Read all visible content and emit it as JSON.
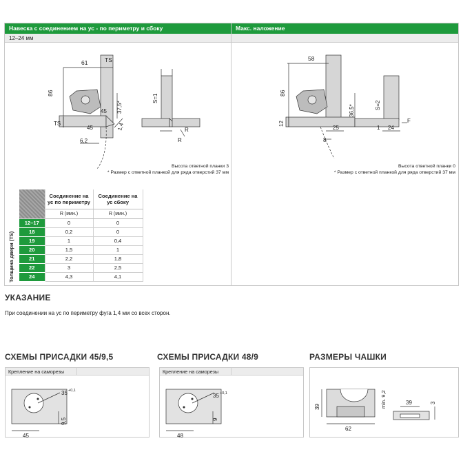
{
  "top_left": {
    "header": "Навеска с соединением на ус - по периметру и сбоку",
    "subheader": "12–24 мм",
    "dims": {
      "d61": "61",
      "ts_top": "TS",
      "d86": "86",
      "d37_5": "37,5*",
      "d45a": "45",
      "d45b": "45",
      "ts_left": "TS",
      "d1_4": "1,4",
      "d6_2": "6,2",
      "s1": "S=1",
      "r1": "R",
      "r2": "R"
    },
    "note1": "Высота ответной планки 3",
    "note2": "* Размер с ответной планкой для ряда отверстий 37 мм"
  },
  "top_right": {
    "header": "Макс. наложение",
    "dims": {
      "d58": "58",
      "d86": "86",
      "d36_5": "36,5*",
      "d12": "12",
      "d25": "25",
      "d8": "8",
      "s2": "S=2",
      "d1": "1",
      "d24": "24",
      "f": "F"
    },
    "note1": "Высота ответной планки 0",
    "note2": "* Размер с ответной планкой для ряда отверстий 37 мм"
  },
  "r_table": {
    "side_label": "Толщина двери (TS)",
    "col1": "Соединение на ус по периметру",
    "col2": "Соединение на ус сбоку",
    "rmin1": "R (мин.)",
    "rmin2": "R (мин.)",
    "rows": [
      {
        "ts": "12–17",
        "a": "0",
        "b": "0"
      },
      {
        "ts": "18",
        "a": "0,2",
        "b": "0"
      },
      {
        "ts": "19",
        "a": "1",
        "b": "0,4"
      },
      {
        "ts": "20",
        "a": "1,5",
        "b": "1"
      },
      {
        "ts": "21",
        "a": "2,2",
        "b": "1,8"
      },
      {
        "ts": "22",
        "a": "3",
        "b": "2,5"
      },
      {
        "ts": "24",
        "a": "4,3",
        "b": "4,1"
      }
    ]
  },
  "notice": {
    "title": "УКАЗАНИЕ",
    "text": "При соединении на ус по периметру фуга 1,4 мм со всех сторон."
  },
  "drill1": {
    "title": "СХЕМЫ ПРИСАДКИ 45/9,5",
    "caption": "Крепление на саморезы",
    "dims": {
      "d35": "35",
      "tol": "+0,1",
      "d9_5": "9,5",
      "d45": "45"
    }
  },
  "drill2": {
    "title": "СХЕМЫ ПРИСАДКИ 48/9",
    "caption": "Крепление на саморезы",
    "dims": {
      "d35": "35",
      "tol": "+0,1",
      "d9": "9",
      "d48": "48"
    }
  },
  "cup": {
    "title": "РАЗМЕРЫ ЧАШКИ",
    "dims": {
      "min9_2": "min. 9,2",
      "d39v": "39",
      "d62": "62",
      "d39h": "39",
      "d3": "3"
    }
  },
  "colors": {
    "accent": "#1e9a3c",
    "panel_gray": "#ececec",
    "line": "#333333"
  }
}
